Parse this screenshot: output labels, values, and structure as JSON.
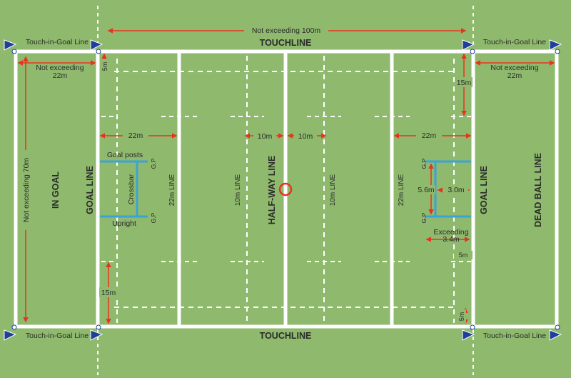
{
  "labels": {
    "top_dimension": "Not exceeding 100m",
    "touchline": "TOUCHLINE",
    "touch_in_goal": "Touch-in-Goal Line",
    "not_exceeding": "Not exceeding",
    "not_exceeding_22m": "22m",
    "not_exceeding_70m": "Not exceeding 70m",
    "in_goal": "IN GOAL",
    "goal_line": "GOAL LINE",
    "dead_ball_line": "DEAD BALL LINE",
    "line_22m": "22m LINE",
    "line_10m": "10m LINE",
    "half_way_line": "HALF-WAY LINE",
    "dim_22m": "22m",
    "dim_10m": "10m",
    "dim_15m": "15m",
    "dim_5m": "5m",
    "goal_posts": "Goal posts",
    "crossbar": "Crossbar",
    "upright": "Upright",
    "gp": "G.P",
    "dim_5_6m": "5.6m",
    "dim_3_0m": "3.0m",
    "exceeding": "Exceeding",
    "dim_3_4m": "3.4m"
  },
  "colors": {
    "grass": "#8fba6e",
    "lines": "#ffffff",
    "dimensions": "#e8331f",
    "posts": "#3aa3d8",
    "flags": "#1f3f9a",
    "centre_spot": "#e8331f"
  }
}
